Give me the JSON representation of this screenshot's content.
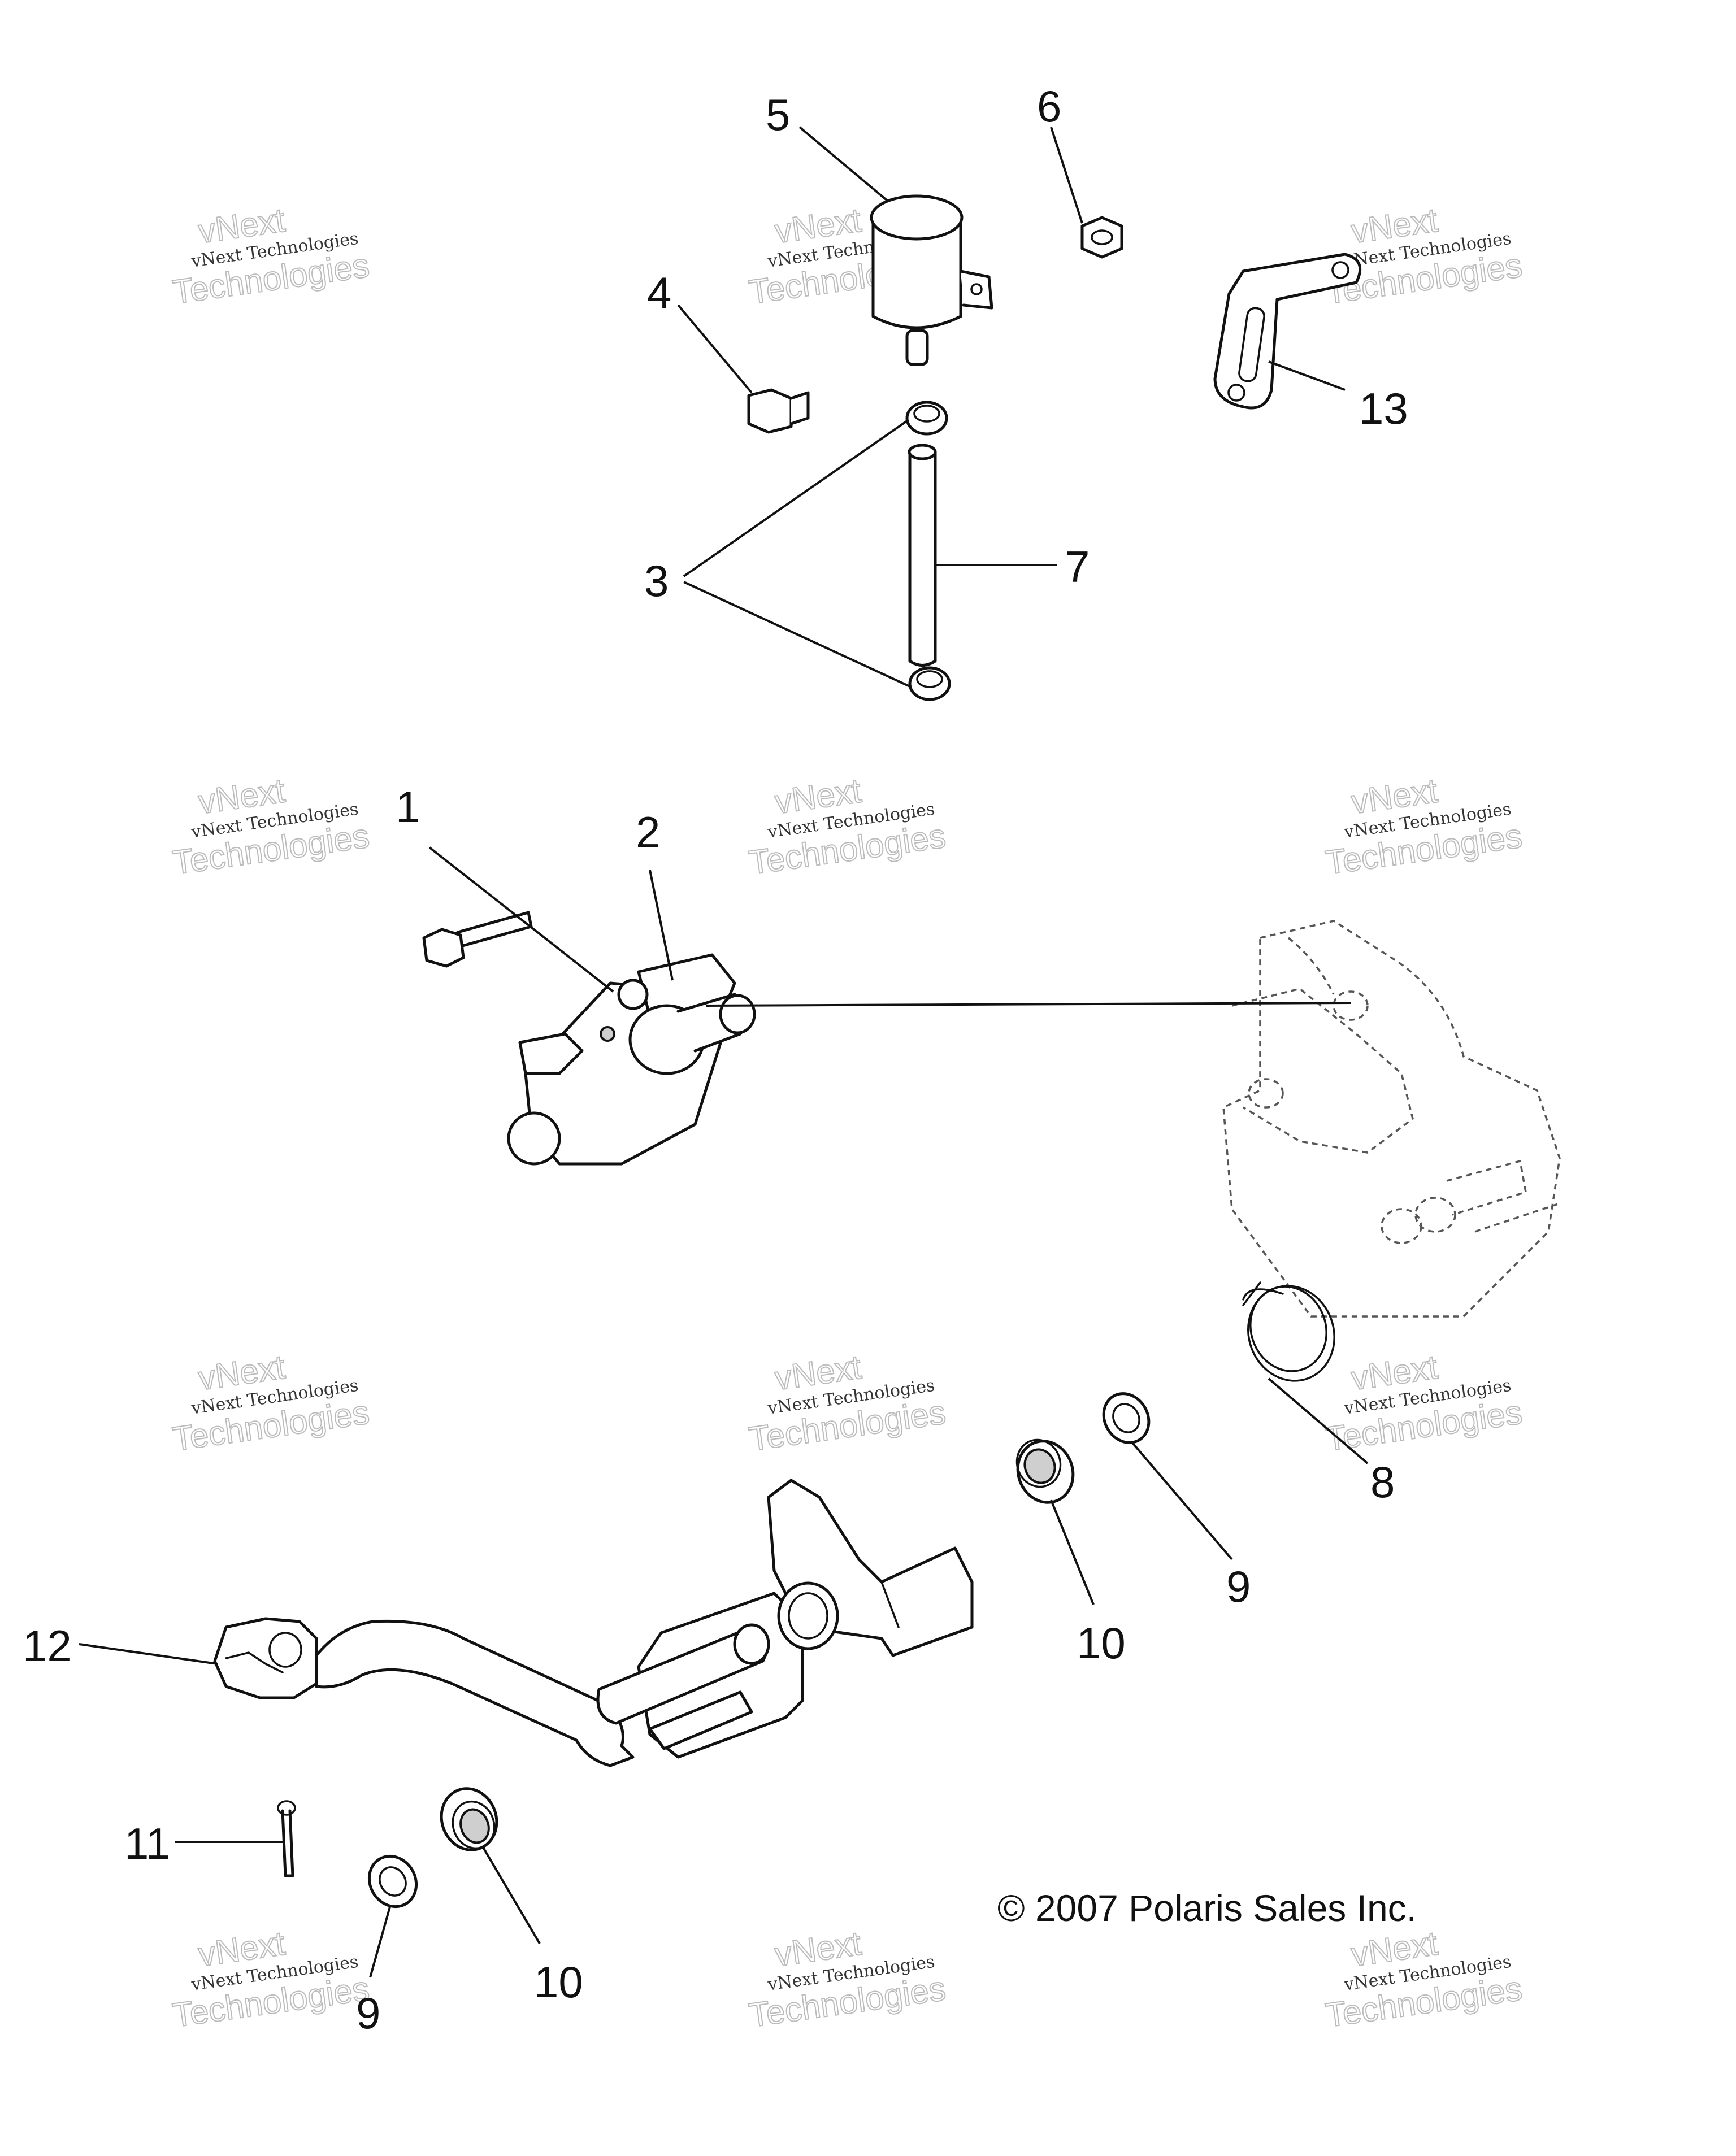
{
  "diagram": {
    "callouts": [
      "1",
      "2",
      "3",
      "4",
      "5",
      "6",
      "7",
      "8",
      "9",
      "9",
      "10",
      "10",
      "11",
      "12",
      "13"
    ],
    "copyright": "© 2007 Polaris Sales Inc.",
    "watermark": {
      "line1": "vNext Technologies",
      "line2": "vNext",
      "line3": "Technologies"
    }
  }
}
